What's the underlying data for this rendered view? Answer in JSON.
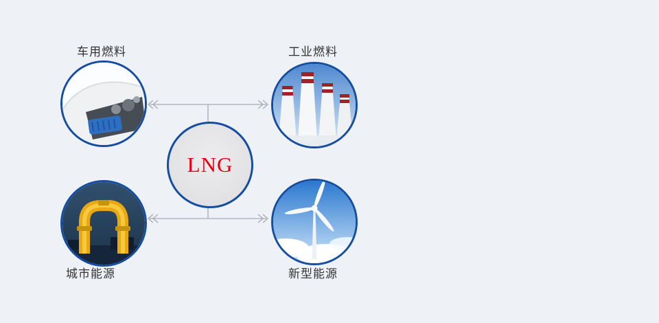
{
  "diagram": {
    "center": {
      "label": "LNG"
    },
    "nodes": [
      {
        "id": "vehicle-fuel",
        "label": "车用燃料",
        "icon": "car-engine-image"
      },
      {
        "id": "industrial-fuel",
        "label": "工业燃料",
        "icon": "industrial-chimneys-image"
      },
      {
        "id": "city-energy",
        "label": "城市能源",
        "icon": "gas-pipeline-image"
      },
      {
        "id": "new-energy",
        "label": "新型能源",
        "icon": "wind-turbine-image"
      }
    ],
    "colors": {
      "background": "#eef1f5",
      "circle_border": "#154da0",
      "lng_text": "#e60012",
      "label_text": "#333333",
      "connector": "#a7abb2"
    }
  }
}
